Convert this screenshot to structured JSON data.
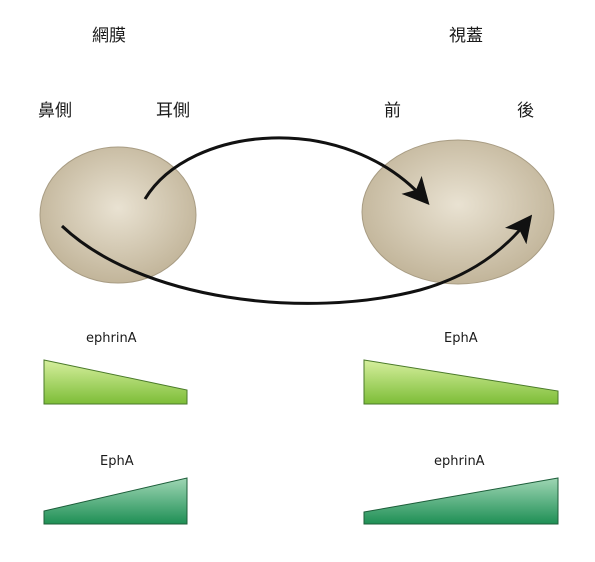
{
  "titles": {
    "retina": "網膜",
    "tectum": "視蓋"
  },
  "axes": {
    "nasal": "鼻側",
    "temporal": "耳側",
    "anterior": "前",
    "posterior": "後"
  },
  "gradients": {
    "retina_top": "ephrinA",
    "tectum_top": "EphA",
    "retina_bottom": "EphA",
    "tectum_bottom": "ephrinA"
  },
  "colors": {
    "ellipse_fill": "#d9cfbc",
    "light_green": "#8cc540",
    "dark_green": "#23935a",
    "arrow": "#111111"
  }
}
